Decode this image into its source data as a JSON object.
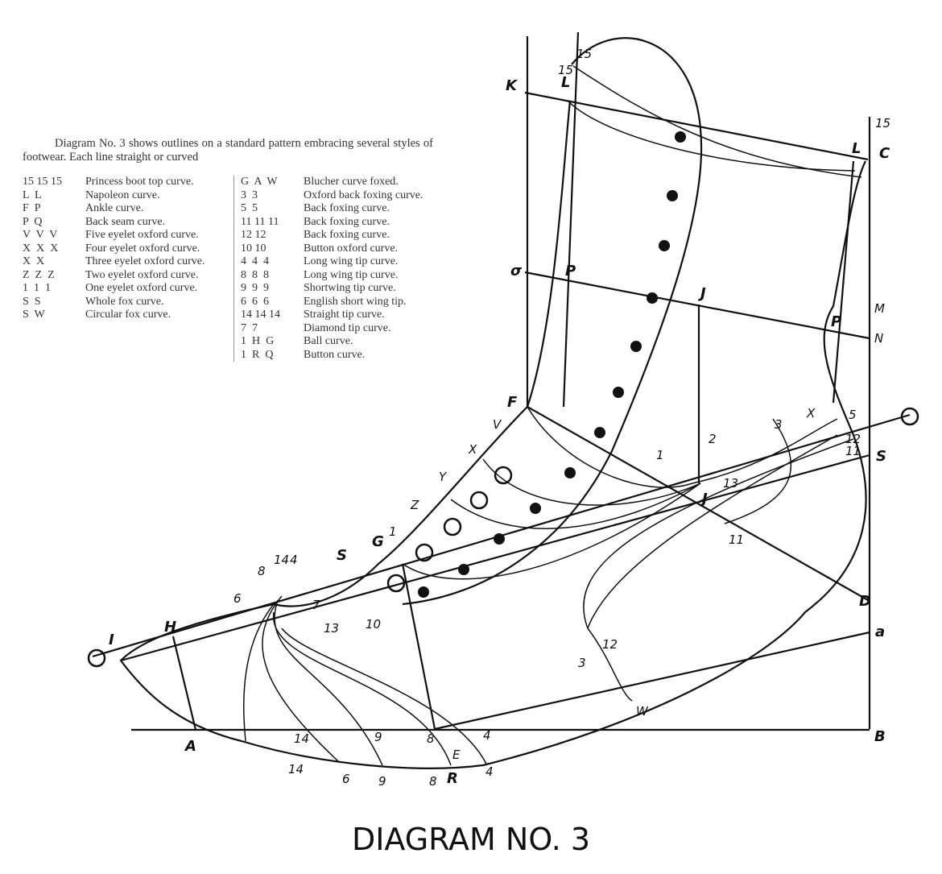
{
  "intro": "Diagram No. 3 shows outlines on a standard pattern embracing several styles of footwear. Each line straight or curved",
  "legend_left": [
    {
      "codes": "15 15 15",
      "desc": "Princess boot top curve."
    },
    {
      "codes": "L  L",
      "desc": "Napoleon curve."
    },
    {
      "codes": "F  P",
      "desc": "Ankle curve."
    },
    {
      "codes": "P  Q",
      "desc": "Back seam curve."
    },
    {
      "codes": "V  V  V",
      "desc": "Five eyelet oxford curve."
    },
    {
      "codes": "X  X  X",
      "desc": "Four eyelet oxford curve."
    },
    {
      "codes": "X  X",
      "desc": "Three eyelet oxford curve."
    },
    {
      "codes": "Z  Z  Z",
      "desc": "Two eyelet oxford curve."
    },
    {
      "codes": "1  1  1",
      "desc": "One eyelet oxford curve."
    },
    {
      "codes": "S  S",
      "desc": "Whole fox curve."
    },
    {
      "codes": "S  W",
      "desc": "Circular fox curve."
    }
  ],
  "legend_right": [
    {
      "codes": "G  A  W",
      "desc": "Blucher curve foxed."
    },
    {
      "codes": "3  3",
      "desc": "Oxford back foxing curve."
    },
    {
      "codes": "5  5",
      "desc": "Back foxing curve."
    },
    {
      "codes": "11 11 11",
      "desc": "Back foxing curve."
    },
    {
      "codes": "12 12",
      "desc": "Back foxing curve."
    },
    {
      "codes": "10 10",
      "desc": "Button oxford curve."
    },
    {
      "codes": "4  4  4",
      "desc": "Long wing tip curve."
    },
    {
      "codes": "8  8  8",
      "desc": "Long wing tip curve."
    },
    {
      "codes": "9  9  9",
      "desc": "Shortwing tip curve."
    },
    {
      "codes": "6  6  6",
      "desc": "English short wing tip."
    },
    {
      "codes": "14 14 14",
      "desc": "Straight tip curve."
    },
    {
      "codes": "7  7",
      "desc": "Diamond tip curve."
    },
    {
      "codes": "1  H  G",
      "desc": "Ball curve."
    },
    {
      "codes": "1  R  Q",
      "desc": "Button curve."
    }
  ],
  "point_labels": [
    "K",
    "L",
    "15",
    "15",
    "C",
    "L",
    "15",
    "σ",
    "P",
    "J",
    "P",
    "M",
    "N",
    "F",
    "V",
    "X",
    "Y",
    "Z",
    "G",
    "1",
    "S",
    "14",
    "4",
    "8",
    "6",
    "7",
    "13",
    "10",
    "H",
    "I",
    "A",
    "B",
    "a",
    "D",
    "W",
    "R",
    "E",
    "14",
    "6",
    "9",
    "8",
    "4",
    "14",
    "9",
    "8",
    "4",
    "J",
    "11",
    "3",
    "5",
    "13",
    "S",
    "X",
    "12",
    "11",
    "12",
    "3",
    "2",
    "1"
  ],
  "caption": "DIAGRAM NO. 3"
}
